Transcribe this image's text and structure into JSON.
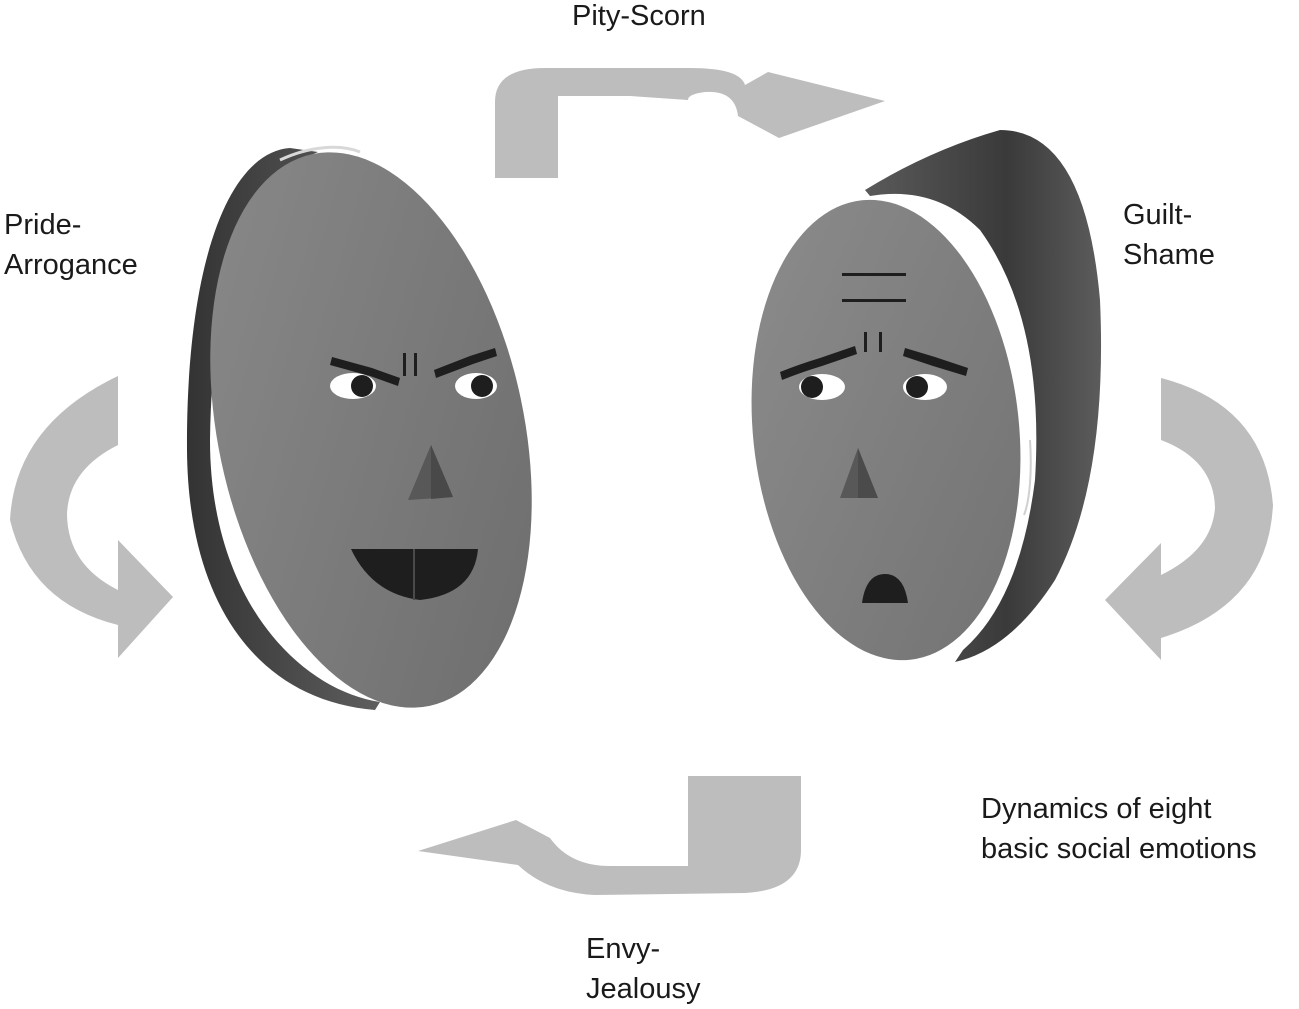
{
  "labels": {
    "pity_scorn": "Pity-Scorn",
    "pride_arrogance": [
      "Pride-",
      "Arrogance"
    ],
    "guilt_shame": [
      "Guilt-",
      "Shame"
    ],
    "envy_jealousy": [
      "Envy-",
      "Jealousy"
    ]
  },
  "caption": [
    "Dynamics of eight",
    "basic social emotions"
  ],
  "faces": {
    "left": {
      "expression": "angry-grinning"
    },
    "right": {
      "expression": "worried-sad"
    }
  },
  "colors": {
    "arrow": "#bdbdbd",
    "face_front": "#7c7c7c",
    "face_side": "#4a4a4a",
    "feature_dark": "#1e1e1e",
    "nose": "#585858",
    "text": "#1a1a1a"
  }
}
